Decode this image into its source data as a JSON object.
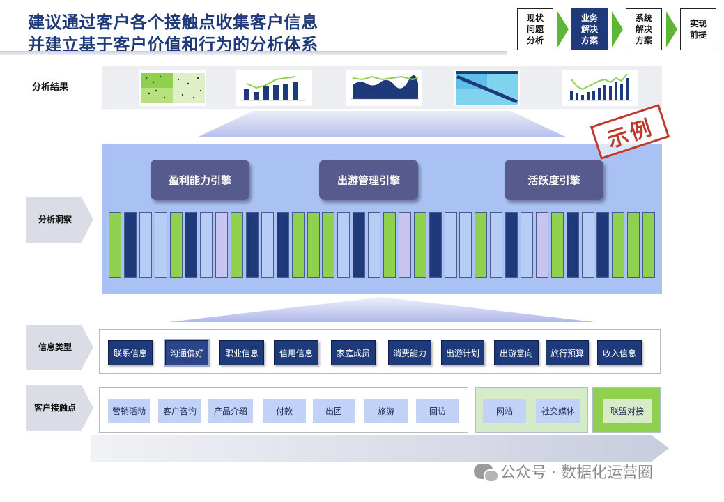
{
  "title": {
    "line1": "建议通过客户各个接触点收集客户信息",
    "line2": "并建立基于客户价值和行为的分析体系"
  },
  "stages": [
    {
      "label": "现状\n问题\n分析",
      "active": false
    },
    {
      "label": "业务\n解决\n方案",
      "active": true
    },
    {
      "label": "系统\n解决\n方案",
      "active": false
    },
    {
      "label": "实现\n前提",
      "active": false
    }
  ],
  "results": {
    "label": "分析结果"
  },
  "stamp": "示例",
  "insight": {
    "label": "分析洞察",
    "engines": [
      "盈利能力引擎",
      "出游管理引擎",
      "活跃度引擎"
    ],
    "bar_colors": [
      "green",
      "navy",
      "light",
      "light",
      "green",
      "navy",
      "light",
      "lavender",
      "green",
      "navy",
      "light",
      "navy",
      "green",
      "green",
      "green",
      "light",
      "navy",
      "light",
      "green",
      "lavender",
      "green",
      "navy",
      "light",
      "light",
      "green",
      "light",
      "navy",
      "light",
      "lavender",
      "green",
      "navy",
      "light",
      "navy",
      "green",
      "green",
      "green"
    ]
  },
  "palette": {
    "green": "#8fd14f",
    "navy": "#1f3a7a",
    "light": "#b6cdf5",
    "lavender": "#c8c3ef"
  },
  "info_types": {
    "label": "信息类型",
    "items": [
      "联系信息",
      "沟通偏好",
      "职业信息",
      "信用信息",
      "家庭成员",
      "消费能力",
      "出游计划",
      "出游意向",
      "旅行预算",
      "收入信息"
    ]
  },
  "touchpoints": {
    "label": "客户接触点",
    "offline": [
      "营销活动",
      "客户咨询",
      "产品介绍",
      "付款",
      "出团",
      "旅游",
      "回访"
    ],
    "online": [
      "网站",
      "社交媒体"
    ],
    "partner": [
      "联盟对接"
    ]
  },
  "watermark": "公众号 · 数据化运营圈"
}
